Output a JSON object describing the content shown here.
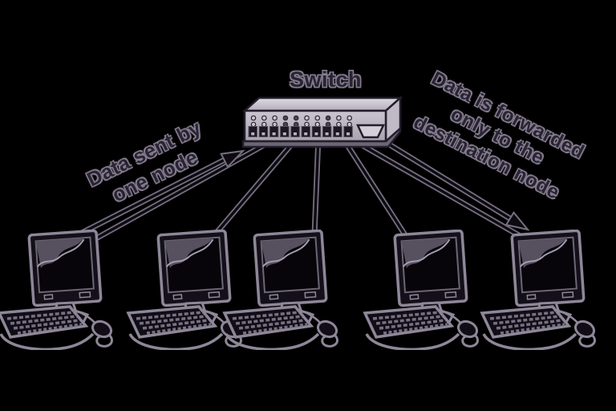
{
  "switch": {
    "label": "Switch"
  },
  "annotations": {
    "uplink": {
      "lines": [
        "Data sent by",
        "one node"
      ],
      "arrow": "node-1 to switch"
    },
    "downlink": {
      "lines": [
        "Data is forwarded",
        "only to the",
        "destination node"
      ],
      "arrow": "switch to node-5"
    }
  },
  "nodes": {
    "count": 5,
    "type": "desktop-computer"
  },
  "edges": [
    {
      "from": "node-1",
      "to": "switch"
    },
    {
      "from": "node-2",
      "to": "switch"
    },
    {
      "from": "node-3",
      "to": "switch"
    },
    {
      "from": "node-4",
      "to": "switch"
    },
    {
      "from": "node-5",
      "to": "switch"
    }
  ],
  "colors": {
    "background": "#000000",
    "line_core": "#0d0a12",
    "line_halo": "#756f7f",
    "switch_face": "#c7c2cd",
    "switch_top": "#dcd8e1",
    "port_fill": "#1d1724",
    "text": "#2a2333",
    "text_outline": "#837d8e"
  }
}
